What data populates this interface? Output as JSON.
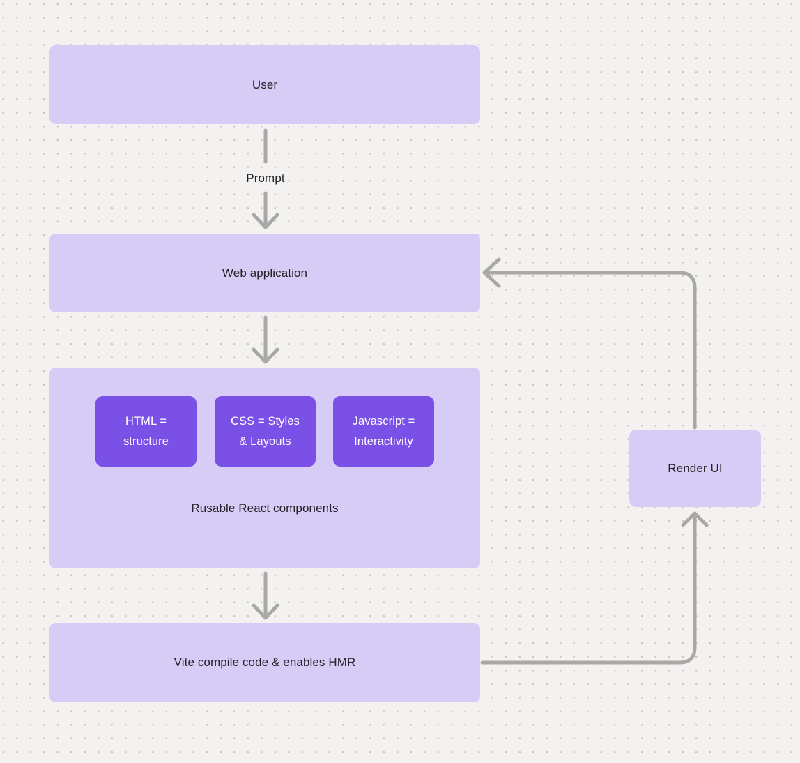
{
  "theme": {
    "canvas-bg": "#f3f2f1",
    "dot-color": "#c8c6c4",
    "node-fill": "#d7ccf5",
    "node-dark-fill": "#7b50e6",
    "connector-color": "#a9a8a6",
    "text-dark": "#222127",
    "text-light": "#ffffff"
  },
  "nodes": {
    "user": {
      "label": "User"
    },
    "web_application": {
      "label": "Web application"
    },
    "components_group": {
      "label": "Rusable React components"
    },
    "html": {
      "label": "HTML =\nstructure"
    },
    "css": {
      "label": "CSS = Styles\n& Layouts"
    },
    "javascript": {
      "label": "Javascript =\nInteractivity"
    },
    "vite": {
      "label": "Vite compile code & enables HMR"
    },
    "render_ui": {
      "label": "Render UI"
    }
  },
  "connectors": {
    "user_to_webapp": {
      "label": "Prompt"
    }
  }
}
